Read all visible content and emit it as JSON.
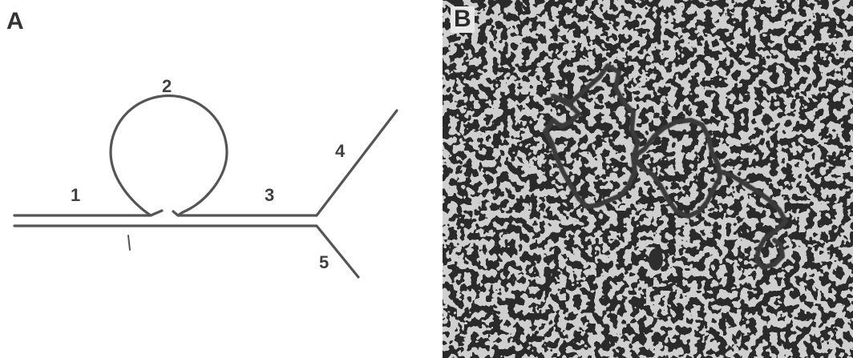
{
  "panels": {
    "a": {
      "label": "A"
    },
    "b": {
      "label": "B"
    }
  },
  "diagram": {
    "segment_labels": [
      "1",
      "2",
      "3",
      "4",
      "5"
    ],
    "stroke_color": "#555555"
  },
  "micrograph": {
    "background_color": "#cfcfcf",
    "grain_color": "#2b2b2b",
    "strand_color": "#3a3a3a"
  }
}
